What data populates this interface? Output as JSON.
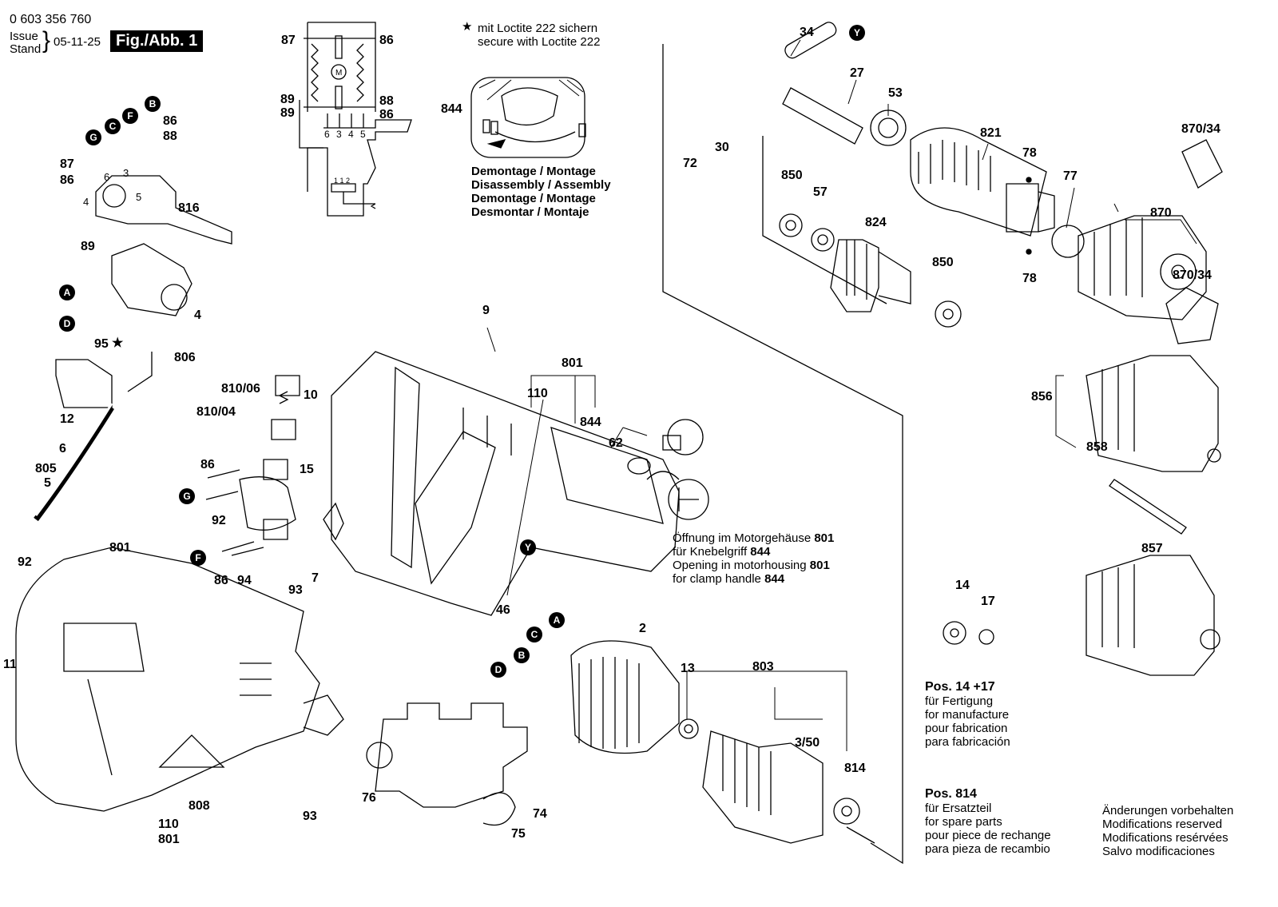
{
  "header": {
    "part_number": "0 603 356 760",
    "issue_label": "Issue",
    "stand_label": "Stand",
    "date": "05-11-25",
    "figure": "Fig./Abb. 1"
  },
  "loctite_note": {
    "line1": "mit Loctite 222 sichern",
    "line2": "secure with Loctite 222"
  },
  "disassembly_note": [
    "Demontage / Montage",
    "Disassembly / Assembly",
    "Demontage / Montage",
    "Desmontar / Montaje"
  ],
  "opening_note": {
    "l1": "Öffnung im Motorgehäuse ",
    "l1b": "801",
    "l2": "für Knebelgriff ",
    "l2b": "844",
    "l3": "Opening in motorhousing ",
    "l3b": "801",
    "l4": "for clamp handle ",
    "l4b": "844"
  },
  "pos_14_17": {
    "title": "Pos. 14 +17",
    "lines": [
      "für Fertigung",
      "for manufacture",
      "pour fabrication",
      "para fabricación"
    ]
  },
  "pos_814": {
    "title": "Pos. 814",
    "lines": [
      "für Ersatzteil",
      "for spare parts",
      "pour piece de rechange",
      "para pieza de recambio"
    ]
  },
  "modifications": [
    "Änderungen vorbehalten",
    "Modifications reserved",
    "Modifications resérvées",
    "Salvo modificaciones"
  ],
  "switch_terminals": [
    "6",
    "3",
    "4",
    "5"
  ],
  "switch_small": "1 1 2",
  "markers": [
    "A",
    "B",
    "C",
    "D",
    "F",
    "G",
    "Y"
  ],
  "parts": {
    "p87a": "87",
    "p86a": "86",
    "p89a": "89",
    "p89b": "89",
    "p88a": "88",
    "p86b": "86",
    "p844": "844",
    "p34": "34",
    "p27": "27",
    "p53": "53",
    "p30": "30",
    "p72": "72",
    "p821": "821",
    "p78a": "78",
    "p78b": "78",
    "p870_34a": "870/34",
    "p870": "870",
    "p870_34b": "870/34",
    "p77": "77",
    "p850a": "850",
    "p57": "57",
    "p824": "824",
    "p850b": "850",
    "p86c": "86",
    "p88b": "88",
    "p87b": "87",
    "p86d": "86",
    "p816": "816",
    "p89c": "89",
    "p4": "4",
    "p95": "95",
    "p806": "806",
    "p12": "12",
    "p6": "6",
    "p805": "805",
    "p5": "5",
    "p9": "9",
    "p801a": "801",
    "p110a": "110",
    "p844b": "844",
    "p62": "62",
    "p810_06": "810/06",
    "p810_04": "810/04",
    "p10": "10",
    "p86e": "86",
    "p15": "15",
    "p92a": "92",
    "p86f": "86",
    "p94": "94",
    "p92b": "92",
    "p801b": "801",
    "p11": "11",
    "p93a": "93",
    "p7": "7",
    "p46": "46",
    "p2": "2",
    "p13": "13",
    "p803": "803",
    "p3_50": "3/50",
    "p814": "814",
    "p856": "856",
    "p858": "858",
    "p857": "857",
    "p14": "14",
    "p17": "17",
    "p808": "808",
    "p110b": "110",
    "p801c": "801",
    "p93b": "93",
    "p76": "76",
    "p74": "74",
    "p75": "75",
    "sw6": "6",
    "sw3": "3",
    "sw4": "4",
    "sw5": "5"
  }
}
